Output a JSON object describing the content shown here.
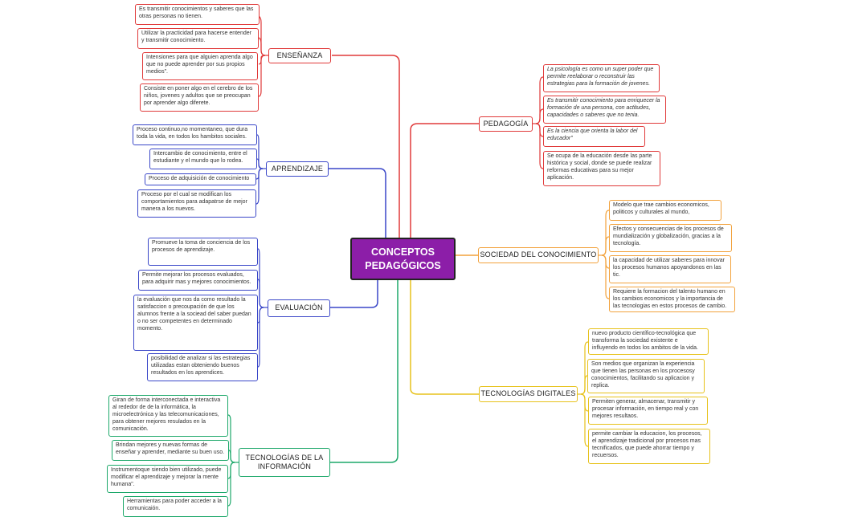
{
  "center": {
    "title": "CONCEPTOS PEDAGÓGICOS"
  },
  "colors": {
    "purple": "#8c1ea8",
    "red": "#e03a3a",
    "blue": "#3a47c8",
    "orange": "#f2a23c",
    "yellow": "#e7c21b",
    "green": "#1da86a"
  },
  "branches": {
    "ensenanza": {
      "label": "ENSEÑANZA",
      "notes": [
        "Es transmitir conocimientos y saberes que las otras personas no tienen.",
        "Utilizar la practicidad para hacerse entender y transmitir conocimiento.",
        "Intensiones para que alguien aprenda algo que no puede aprender por sus propios medios\".",
        "Consiste en poner algo en el cerebro de los niños, jovenes y adultos que se preocupan por aprender algo diferete."
      ]
    },
    "aprendizaje": {
      "label": "APRENDIZAJE",
      "notes": [
        "Proceso continuo,no momentaneo, que dura toda la vida, en todos los hambitos sociales.",
        "Intercambio de conocimiento, entre el estudiante y el mundo que  lo rodea.",
        "Proceso de adquisición de conocimiento",
        "Proceso por el cual se modifican los comportamientos para adapatrse de mejor manera a los nuevos."
      ]
    },
    "evaluacion": {
      "label": "EVALUACIÓN",
      "notes": [
        "Promueve la toma de conciencia de los procesos de aprendizaje.",
        "Permite mejorar los procesos evaluados, para adquirir mas y mejores conocimientos.",
        " la evaluación  que  nos  da  como resultado  la satisfaccion o precoupación de que los alumnos frente a la sociead del saber puedan o no ser competentes en determinado momento.",
        " posibilidad de analizar si las estrategias utilizadas estan obteniendo buenos resultados en los aprendices."
      ]
    },
    "tic": {
      "label": "TECNOLOGÍAS DE LA INFORMACIÓN",
      "notes": [
        "Giran de forma interconectada e interactiva al rededor de de  la informática, la microelectrónica y las telecomunicaciones, para obtener mejores resulados en la comunicación.",
        "Brindan mejores y  nuevas formas de enseñar y aprender, mediante su buen uso.",
        "Instrumentoque siendo bien utilizado, puede modificar el aprendizaje y mejorar la mente humana\".",
        "Herramientas para poder acceder a la comunicaión."
      ]
    },
    "pedagogia": {
      "label": "PEDAGOGÍA",
      "notes": [
        "La psicología es como un super poder que permite reelaborar o reconstruir las estrategias para la formación de jovenes.",
        "Es transmitir conocimiento para enriquecer la formación de una persona, con actitudes, capacidades o saberes que no tenia.",
        "Es la ciencia que orienta la labor del educador\"",
        "Se ocupa de la educación desde las parte histórica y social, donde se puede realizar reformas educativas para su mejor aplicación."
      ]
    },
    "sociedad": {
      "label": "SOCIEDAD DEL CONOCIMIENTO",
      "notes": [
        "Modelo que trae cambios economicos, politicos y culturales al mundo,",
        "Efectos y consecuencias de los procesos de mundialización y globalización, gracias a la tecnología.",
        "la capacidad de utilizar saberes para innovar los procesos humanos apoyandonos en las tic.",
        "Requiere la formacion del talento humano en los cambios economicos y la importancia de las tecnologias en estos procesos de cambio."
      ]
    },
    "digitales": {
      "label": "TECNOLOGÍAS DIGITALES",
      "notes": [
        "nuevo producto científico-tecnológica que transforma la sociedad existente e influyendo en todos los ambitos de la vida.",
        "Son medios que  organizan la experiencia que tienen las personas en los procesosy conocimientos, facilitando su aplicacion y replica.",
        "Permiten generar, almacenar, transmitir y procesar información, en tiempo real y con mejores resultaos.",
        "permite cambiar la educacion, los procesos, el aprendizaje tradicional por procesos mas tecnificados, que puede ahorrar tiempo y recuersos."
      ]
    }
  }
}
